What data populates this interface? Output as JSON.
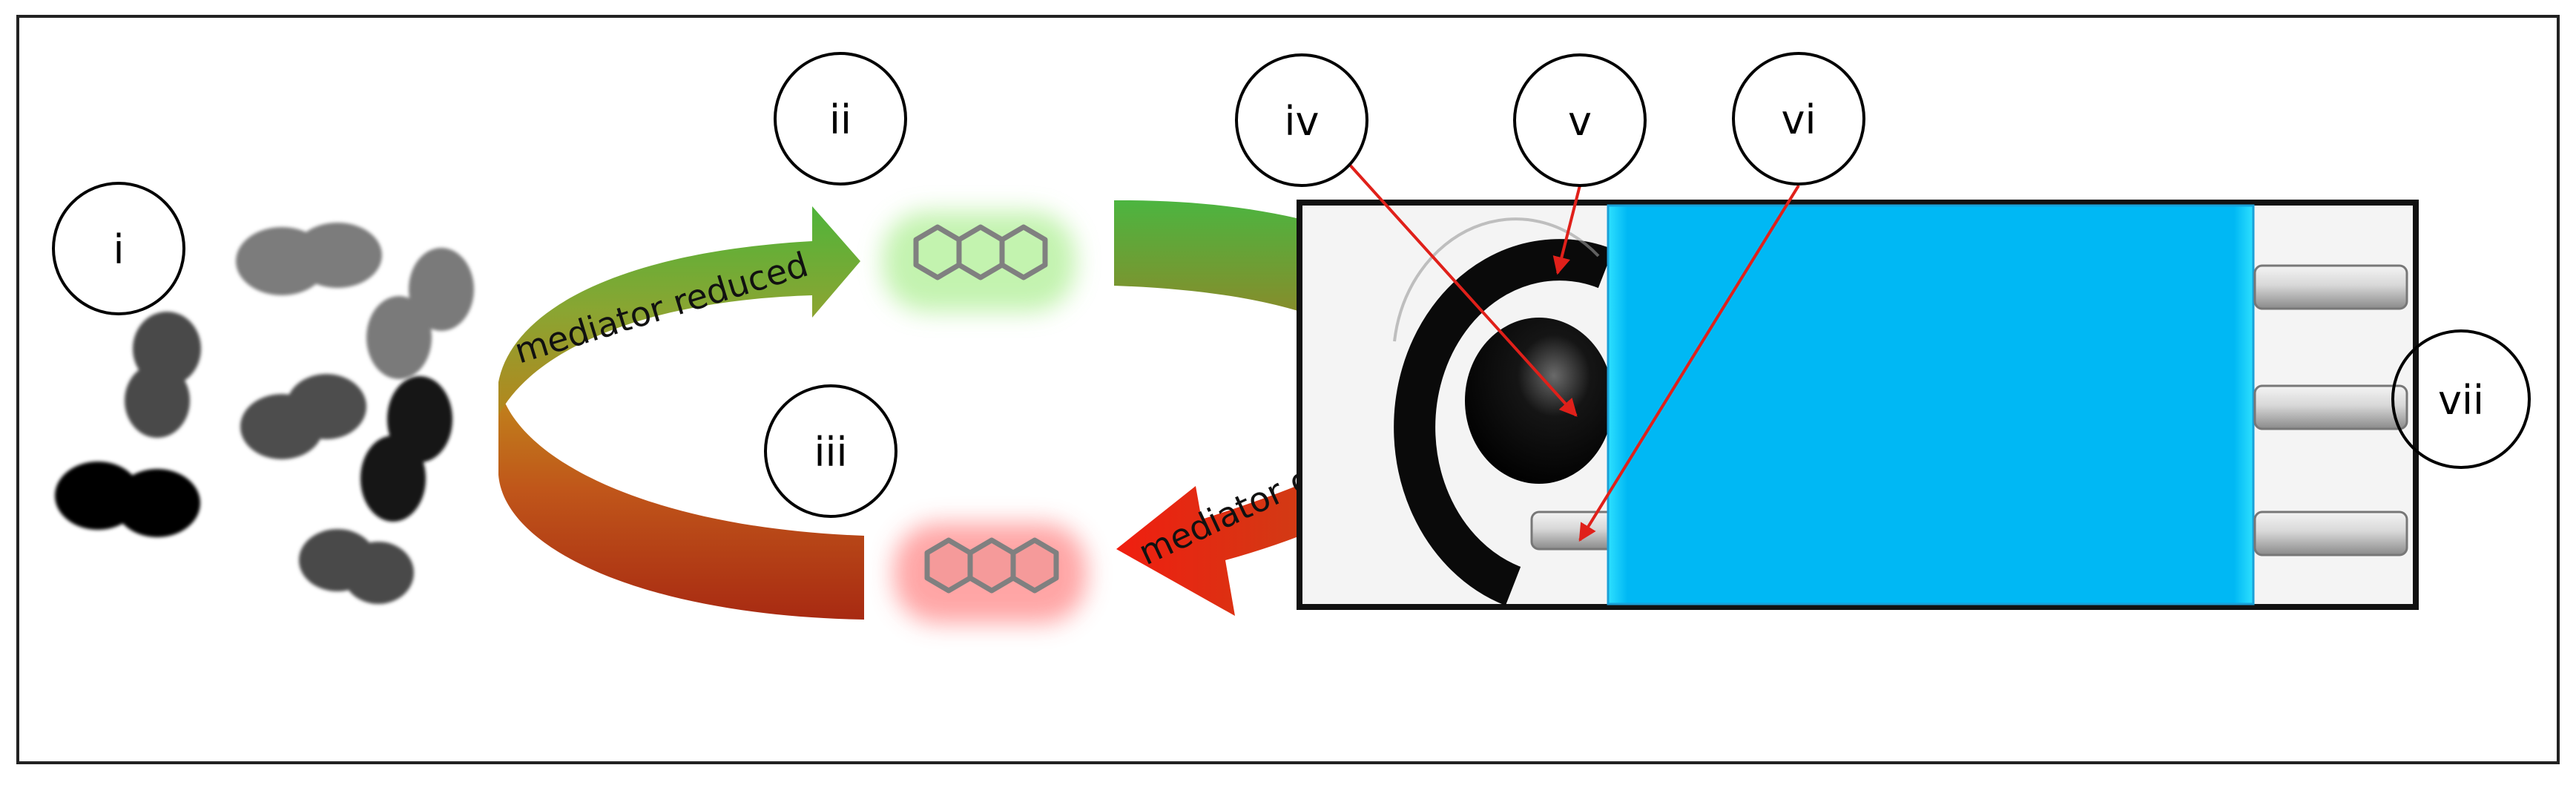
{
  "labels": {
    "i": "i",
    "ii": "ii",
    "iii": "iii",
    "iv": "iv",
    "v": "v",
    "vi": "vi",
    "vii": "vii"
  },
  "arrows": {
    "reduced": "mediator reduced",
    "oxidised": "mediator oxidised"
  },
  "colors": {
    "sensor_body": "#00b8f4",
    "reduced_glow": "#b8f0a0",
    "oxidised_glow": "#ff9a9a",
    "arrow_green": "#5bbf3f",
    "arrow_red": "#c92a12",
    "pointer_red": "#e0201a"
  }
}
